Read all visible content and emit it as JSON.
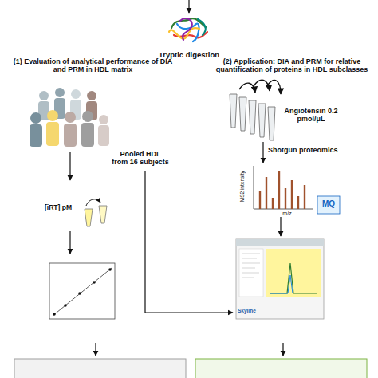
{
  "diagram": {
    "labels": [
      "Tryptic digestion",
      "(1) Evaluation of analytical performance of DIA and PRM in HDL matrix",
      "(2) Application: DIA and PRM for relative quantification of proteins in HDL subclasses",
      "Pooled HDL from 16 subjects",
      "Angiotensin 0.2 pmol/μL",
      "[iRT] pM",
      "Shotgun proteomics",
      "MS2 intensity",
      "m/z",
      "MQ",
      "Skyline"
    ]
  }
}
